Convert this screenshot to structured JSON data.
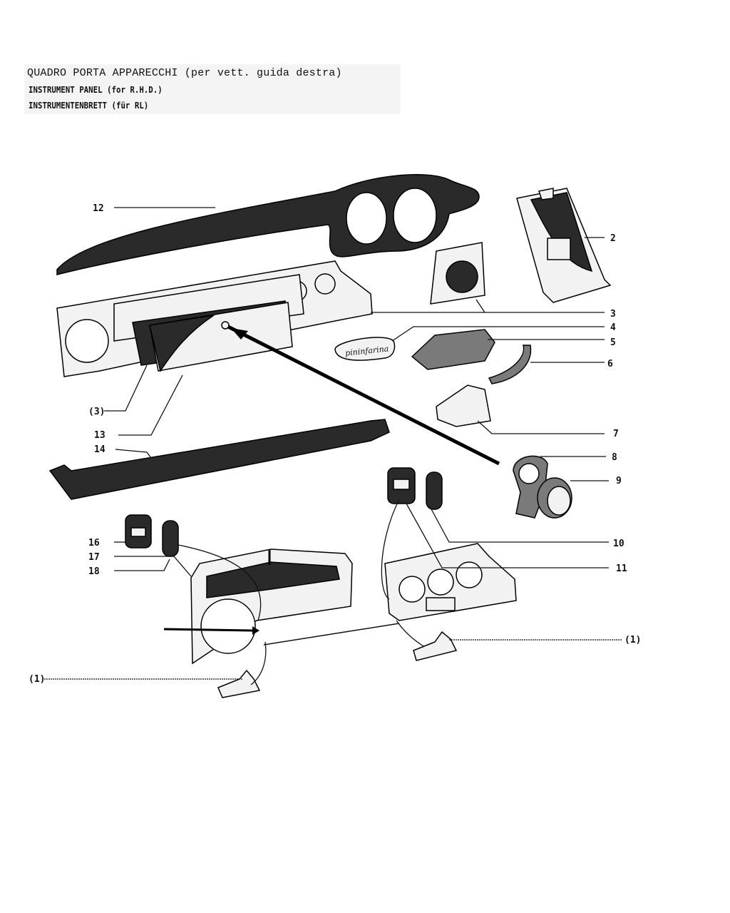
{
  "header": {
    "title_it": "QUADRO PORTA APPARECCHI (per vett. guida destra)",
    "title_en": "INSTRUMENT PANEL (for R.H.D.)",
    "title_de": "INSTRUMENTENBRETT (für RL)"
  },
  "emblem_text": "pininfarina",
  "callouts": {
    "c12": "12",
    "c2": "2",
    "c3": "3",
    "c4": "4",
    "c5": "5",
    "c6": "6",
    "c7": "7",
    "c8": "8",
    "c9": "9",
    "c10": "10",
    "c11": "11",
    "c13": "13",
    "c14": "14",
    "c16": "16",
    "c17": "17",
    "c18": "18",
    "c3ref": "(3)",
    "c1_right": "(1)",
    "c1_left": "(1)"
  }
}
